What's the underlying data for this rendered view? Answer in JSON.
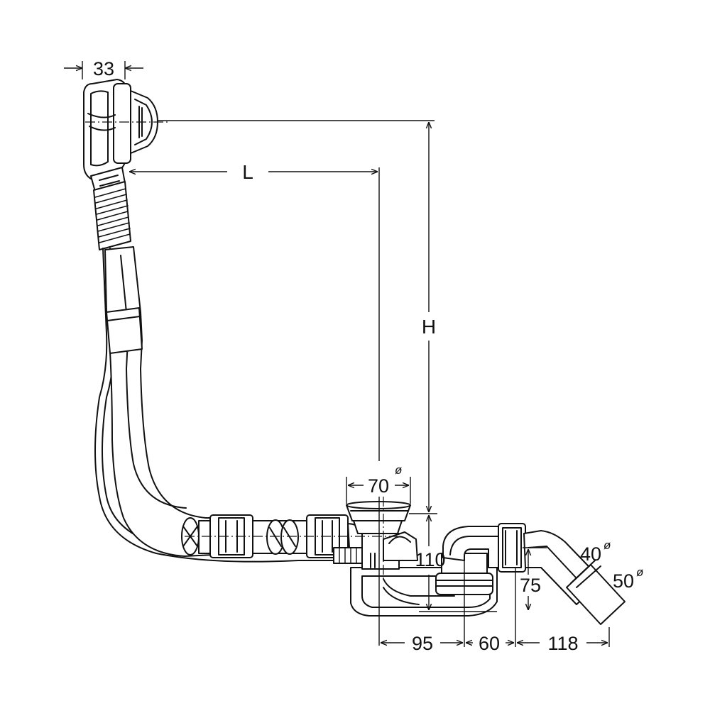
{
  "colors": {
    "stroke": "#111111",
    "fill": "#ffffff",
    "hatch": "#111111"
  },
  "dimensions": {
    "overflow_width": "33",
    "length": "L",
    "height": "H",
    "waste_diameter": "70",
    "waste_diameter_symbol": "ø",
    "trap_height_upper": "110",
    "trap_height_lower": "75",
    "offset_95": "95",
    "offset_60": "60",
    "offset_118": "118",
    "outlet_40": "40",
    "outlet_40_symbol": "ø",
    "outlet_50": "50",
    "outlet_50_symbol": "ø"
  }
}
